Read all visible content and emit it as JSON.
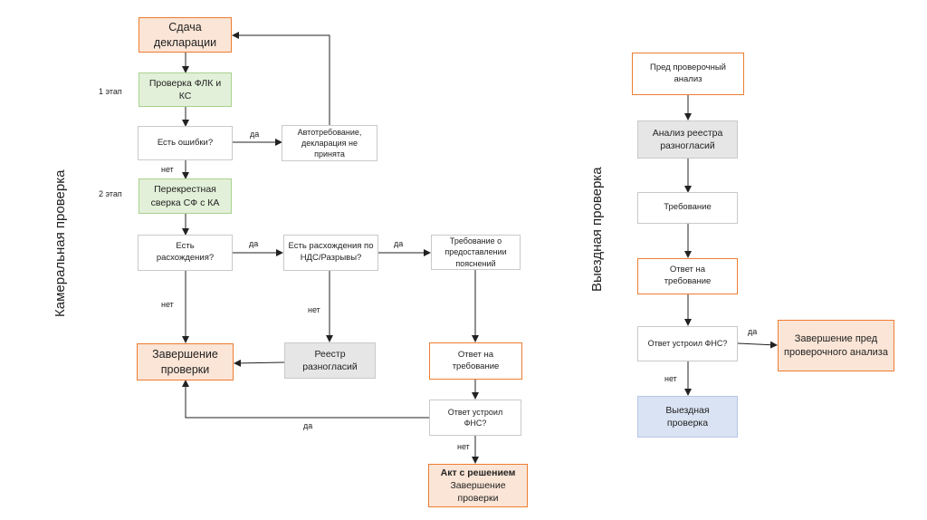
{
  "titles": {
    "left": "Камеральная проверка",
    "right": "Выездная проверка"
  },
  "stage_labels": {
    "stage1": "1 этап",
    "stage2": "2 этап"
  },
  "left_nodes": {
    "submission": "Сдача декларации",
    "flk_check": "Проверка ФЛК и КС",
    "errors_q": "Есть ошибки?",
    "auto_request": "Автотребование, декларация не принята",
    "cross_check": "Перекрестная сверка СФ с КА",
    "discrepancies_q": "Есть расхождения?",
    "vat_discrepancies_q": "Есть расхождения по НДС/Разрывы?",
    "explanations_request": "Требование о предоставлении пояснений",
    "completion": "Завершение проверки",
    "registry": "Реестр разногласий",
    "response": "Ответ на требование",
    "fns_satisfied_q": "Ответ устроил ФНС?",
    "act_bold": "Акт с решением",
    "act_rest": "Завершение проверки"
  },
  "right_nodes": {
    "pre_analysis": "Пред проверочный анализ",
    "registry_analysis": "Анализ реестра разногласий",
    "request": "Требование",
    "response": "Ответ на требование",
    "fns_satisfied_q": "Ответ устроил ФНС?",
    "pre_completion": "Завершение пред проверочного анализа",
    "field_audit": "Выездная проверка"
  },
  "edge_labels": {
    "yes": "да",
    "no": "нет"
  }
}
